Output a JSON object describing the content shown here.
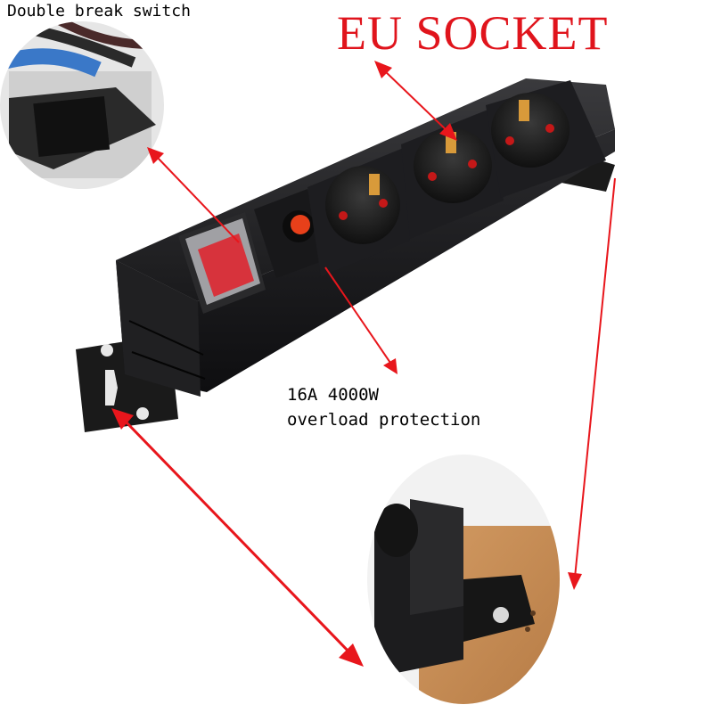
{
  "labels": {
    "double_break_switch": "Double break switch",
    "eu_socket": "EU SOCKET",
    "rating": "16A 4000W",
    "overload_protection": "overload protection"
  },
  "colors": {
    "label_socket": "#e0141c",
    "arrow": "#e8161c",
    "body": "#1c1c1e",
    "wood": "#c58a52"
  }
}
